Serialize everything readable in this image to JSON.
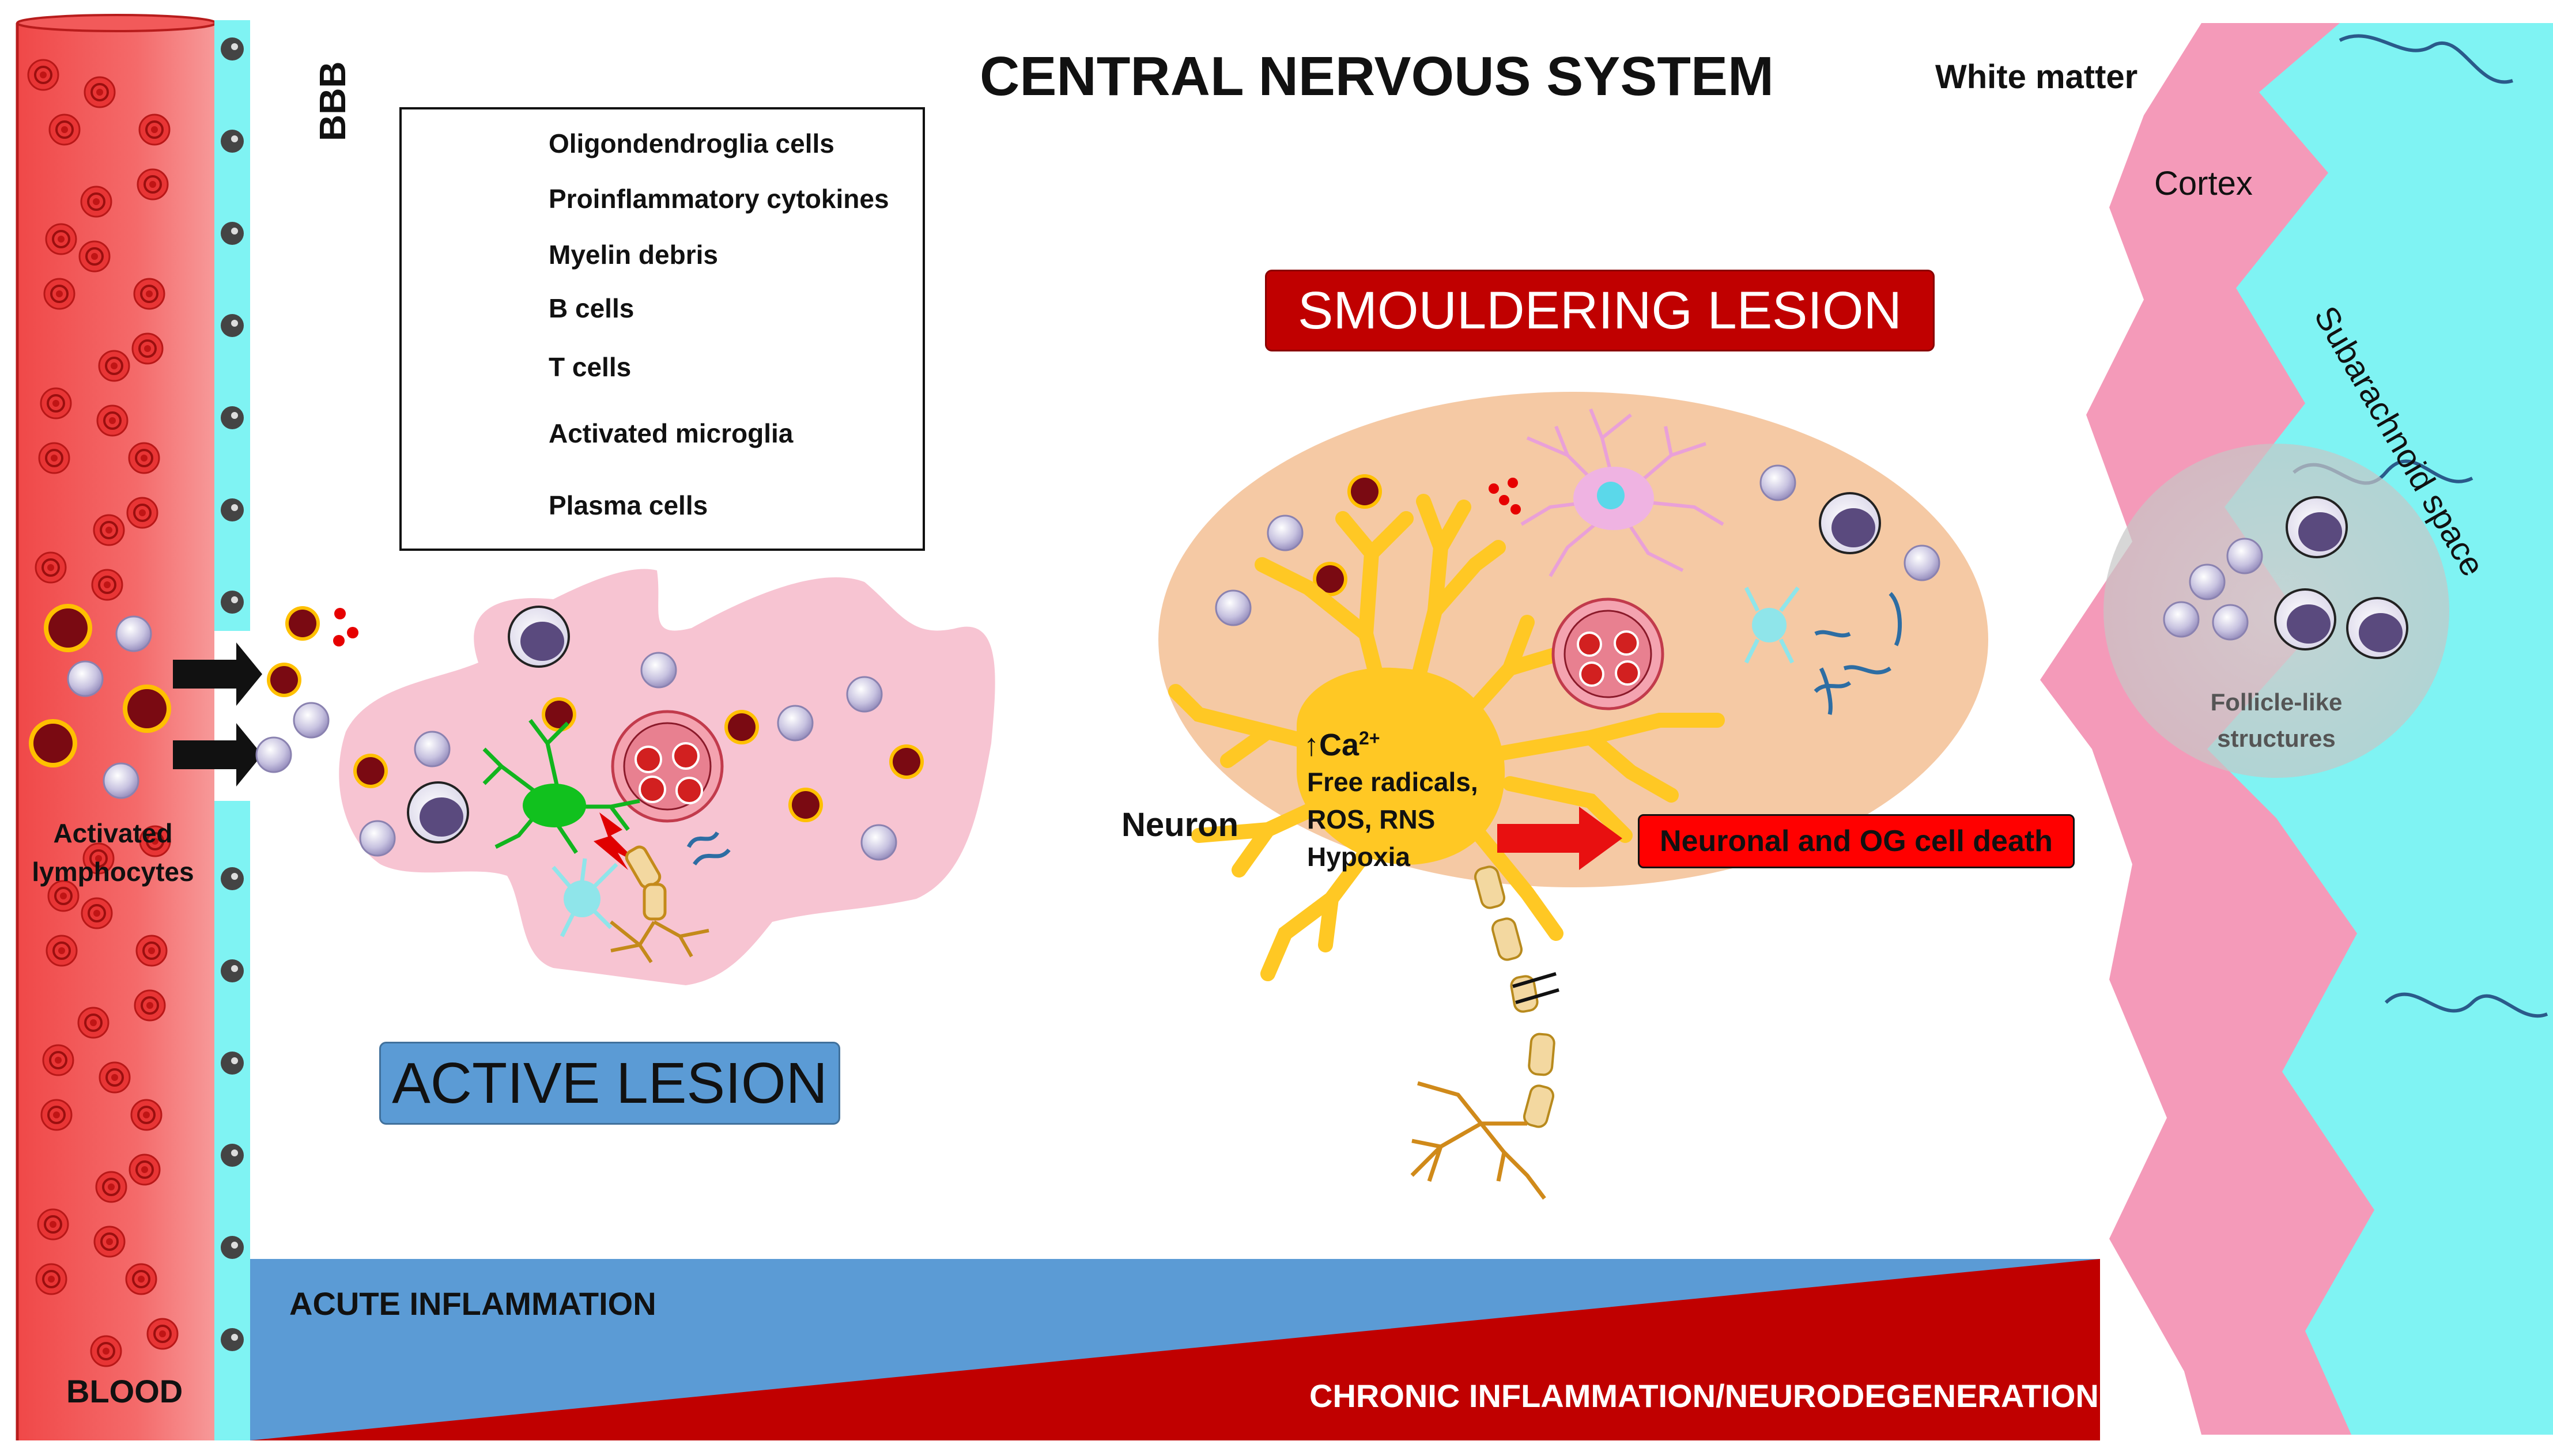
{
  "title": "CENTRAL NERVOUS SYSTEM",
  "regions": {
    "bbb": "BBB",
    "blood": "BLOOD",
    "activated_lymphocytes": "Activated lymphocytes",
    "white_matter": "White matter",
    "cortex": "Cortex",
    "subarachnoid": "Subarachnoid space",
    "follicle": "Follicle-like structures"
  },
  "legend": {
    "items": [
      {
        "icon": "oligodendroglia-icon",
        "label": "Oligondendroglia cells"
      },
      {
        "icon": "cytokines-icon",
        "label": "Proinflammatory cytokines"
      },
      {
        "icon": "myelin-debris-icon",
        "label": "Myelin debris"
      },
      {
        "icon": "b-cell-icon",
        "label": "B cells"
      },
      {
        "icon": "t-cell-icon",
        "label": "T cells"
      },
      {
        "icon": "microglia-icon",
        "label": "Activated microglia"
      },
      {
        "icon": "plasma-cell-icon",
        "label": "Plasma cells"
      }
    ]
  },
  "active_lesion": {
    "label": "ACTIVE LESION"
  },
  "smouldering_lesion": {
    "label": "SMOULDERING LESION",
    "neuron": "Neuron",
    "mechanisms": {
      "ca": "Ca",
      "ca_sup": "2+",
      "ca_arrow": "↑",
      "line2": "Free radicals,",
      "line3": "ROS, RNS",
      "line4": "Hypoxia"
    },
    "outcome": "Neuronal and OG cell death"
  },
  "gradient_bar": {
    "acute": "ACUTE INFLAMMATION",
    "chronic": "CHRONIC INFLAMMATION/NEURODEGENERATION"
  },
  "colors": {
    "blood": "#f25a5a",
    "bbb": "#7ff3f3",
    "lesion_pink": "#f7c4d2",
    "smoulder_bg": "#f5c9a4",
    "active_box": "#5b9bd5",
    "smoulder_box": "#c00000",
    "acute_blue": "#5b9bd5",
    "chronic_red": "#c00000",
    "cortex_pink": "#f49ab9",
    "csf_cyan": "#7ff3f3",
    "neuron_yellow": "#ffc824",
    "t_cell": "#7a0a12",
    "t_cell_ring": "#ffc000"
  }
}
